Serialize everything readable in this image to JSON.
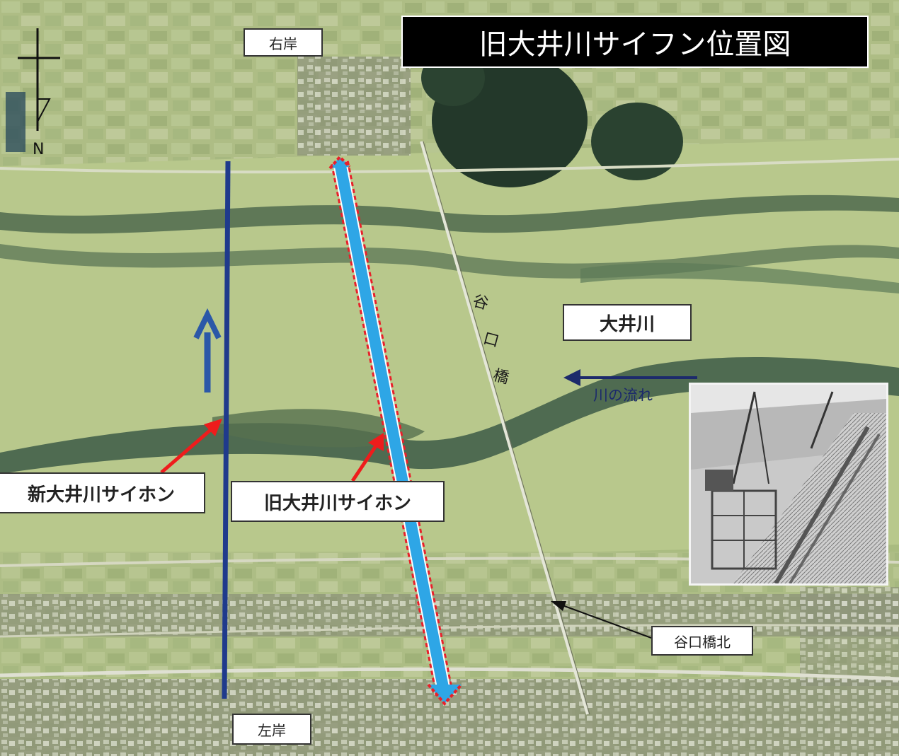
{
  "title": "旧大井川サイフン位置図",
  "labels": {
    "right_bank": "右岸",
    "left_bank": "左岸",
    "river_name": "大井川",
    "flow": "川の流れ",
    "new_siphon": "新大井川サイホン",
    "old_siphon": "旧大井川サイホン",
    "bridge_north": "谷口橋北",
    "bridge_vertical": [
      "谷",
      "口",
      "橋"
    ],
    "north": "N"
  },
  "icons": {
    "compass": "north-arrow-icon",
    "flow_arrow": "left-arrow-icon",
    "direction_arrow": "up-arrow-icon"
  },
  "colors": {
    "new_siphon_line": "#1f3a8c",
    "old_siphon_line": "#2ea6e6",
    "old_siphon_border": "#e8202a",
    "pointer_arrow": "#ee1c1c",
    "title_bg": "#000000",
    "title_text": "#ffffff",
    "flow_arrow": "#1c2a6b"
  }
}
